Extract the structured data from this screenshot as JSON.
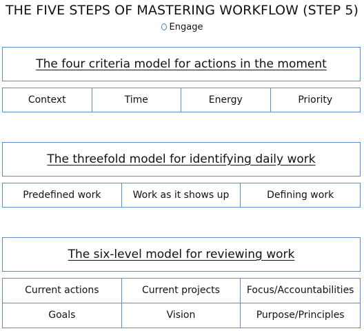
{
  "title": "THE FIVE STEPS OF MASTERING WORKFLOW (STEP 5)",
  "subtitle": "Engage",
  "sections": [
    {
      "heading": "The four criteria model for actions in the moment",
      "items": [
        "Context",
        "Time",
        "Energy",
        "Priority"
      ]
    },
    {
      "heading": "The threefold model for identifying daily work",
      "items": [
        "Predefined work",
        "Work as it shows up",
        "Defining work"
      ]
    },
    {
      "heading": "The six-level model for reviewing work",
      "items": [
        "Current actions",
        "Current projects",
        "Focus/Accountabilities",
        "Goals",
        "Vision",
        "Purpose/Principles"
      ]
    }
  ],
  "colors": {
    "border": "#5b8bc9",
    "bullet": "#4a7ebb"
  }
}
